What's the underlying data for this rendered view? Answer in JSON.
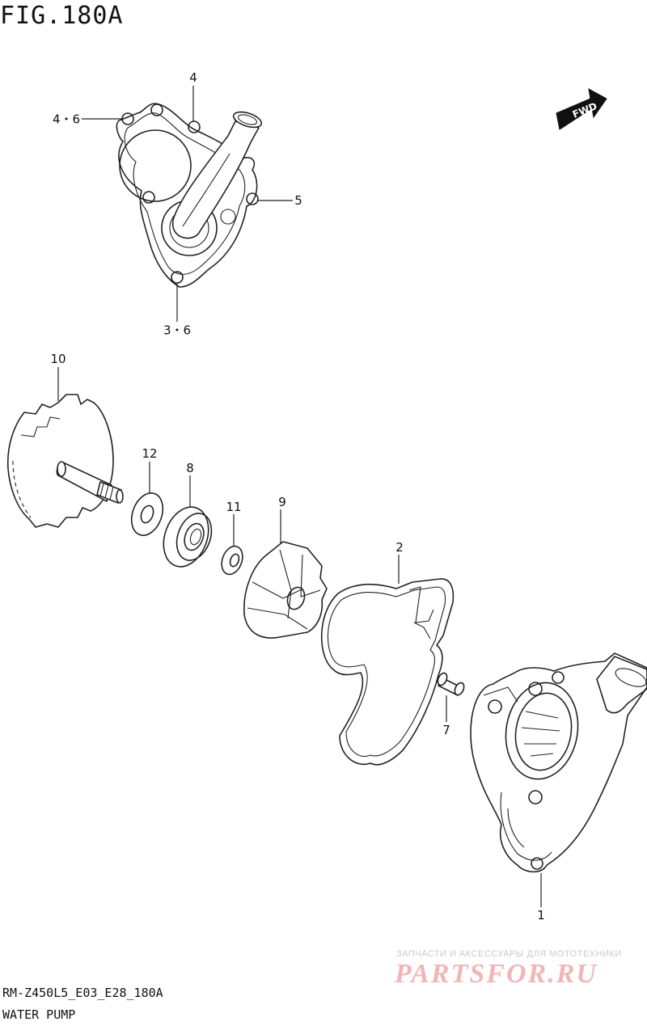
{
  "figure_title": "FIG.180A",
  "model_code": "RM-Z450L5_E03_E28_180A",
  "section_name": "WATER PUMP",
  "fwd_badge": "FWD",
  "callouts": [
    {
      "id": "c4-6",
      "label": "4・6"
    },
    {
      "id": "c4",
      "label": "4"
    },
    {
      "id": "c5",
      "label": "5"
    },
    {
      "id": "c3-6",
      "label": "3・6"
    },
    {
      "id": "c10",
      "label": "10"
    },
    {
      "id": "c12",
      "label": "12"
    },
    {
      "id": "c8",
      "label": "8"
    },
    {
      "id": "c11",
      "label": "11"
    },
    {
      "id": "c9",
      "label": "9"
    },
    {
      "id": "c2",
      "label": "2"
    },
    {
      "id": "c7",
      "label": "7"
    },
    {
      "id": "c1",
      "label": "1"
    }
  ],
  "watermark": {
    "tagline": "ЗАПЧАСТИ И АКСЕССУАРЫ ДЛЯ МОТОТЕХНИКИ",
    "brand": "PARTSFOR.RU"
  }
}
